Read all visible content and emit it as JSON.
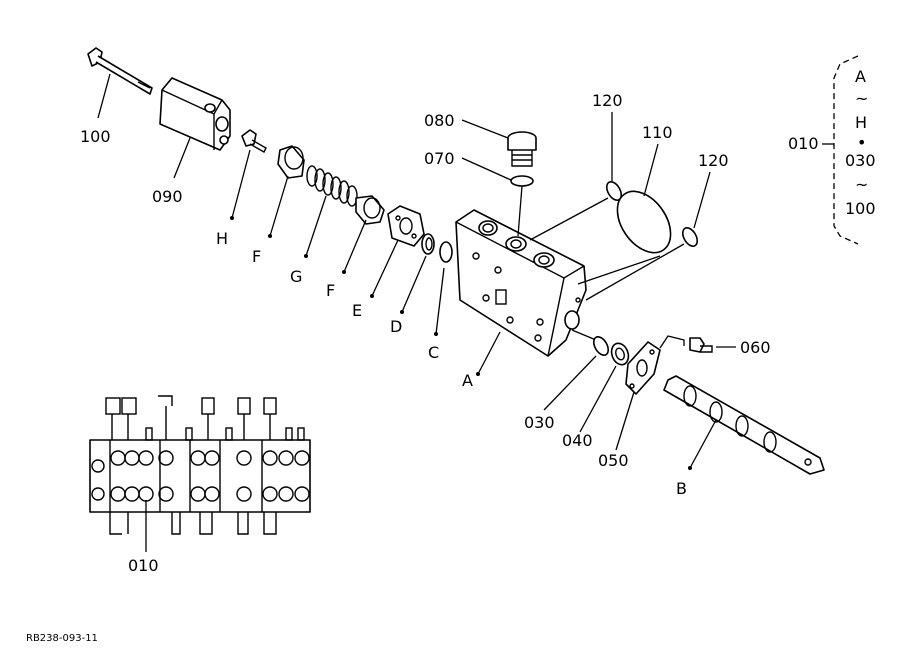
{
  "labels": {
    "l100": "100",
    "l090": "090",
    "lH": "H",
    "lF1": "F",
    "lG": "G",
    "lF2": "F",
    "lE": "E",
    "lD": "D",
    "lC": "C",
    "lA": "A",
    "l080": "080",
    "l070": "070",
    "l120a": "120",
    "l110": "110",
    "l120b": "120",
    "l060": "060",
    "l030": "030",
    "l040": "040",
    "l050": "050",
    "lB": "B",
    "l010": "010"
  },
  "set_note": {
    "code": "010",
    "line1": "A",
    "tilde1": "~",
    "line2": "H",
    "bullet": "•",
    "line3": "030",
    "tilde2": "~",
    "line4": "100"
  },
  "drawing_code": "RB238-093-11"
}
